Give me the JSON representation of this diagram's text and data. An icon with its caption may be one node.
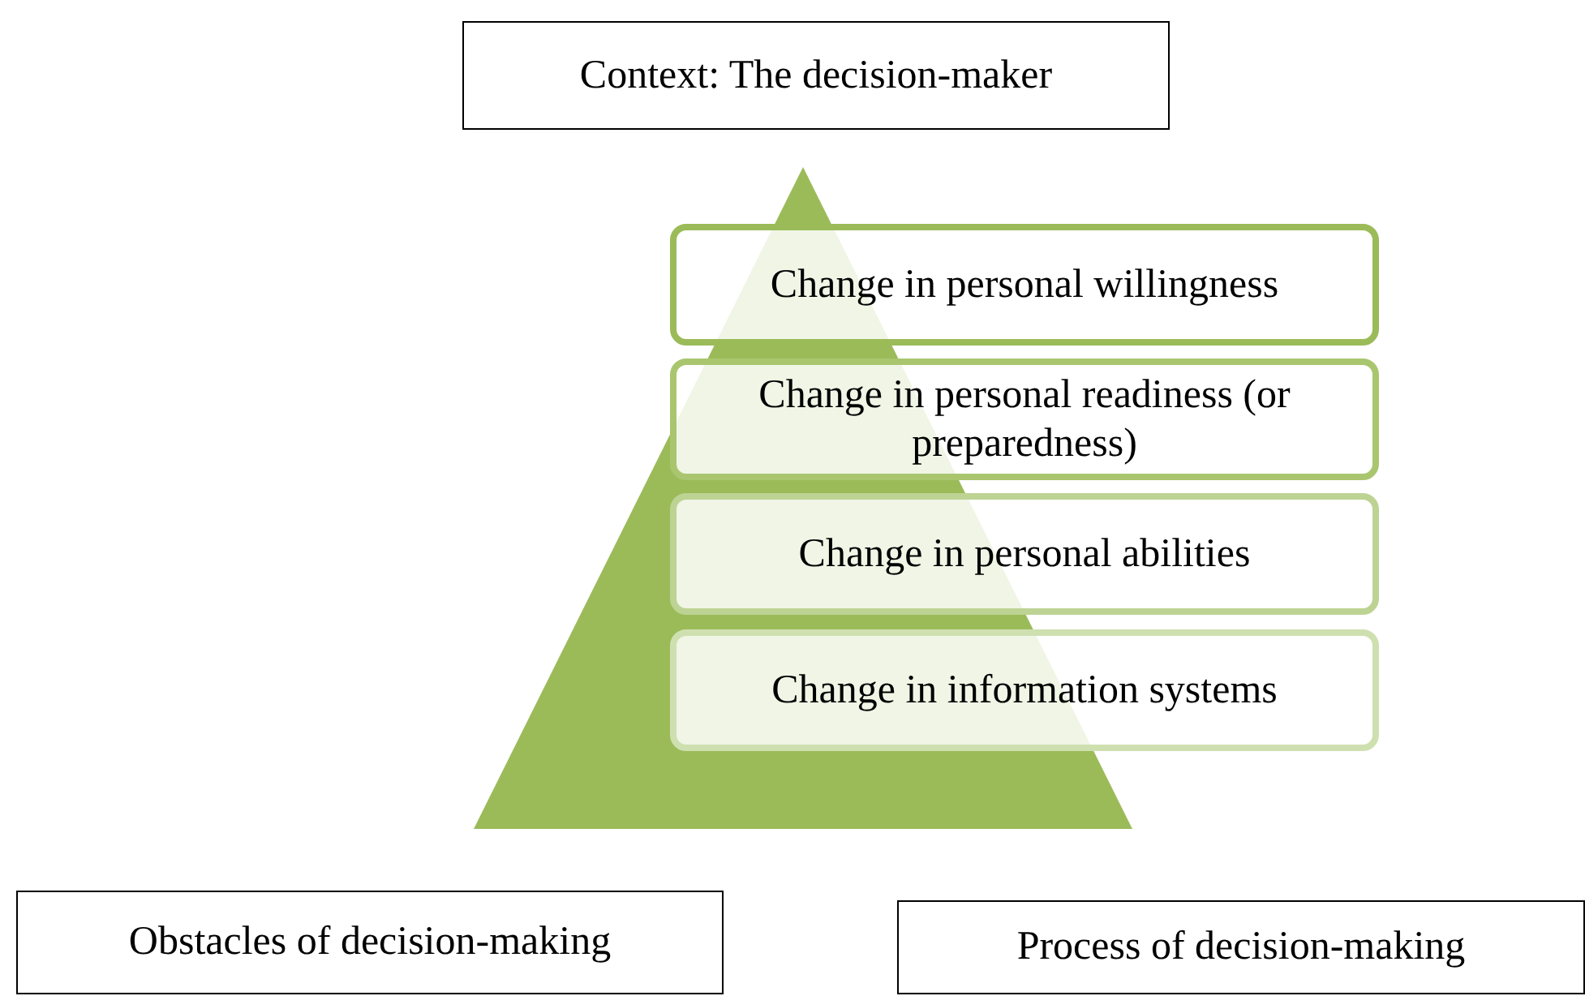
{
  "diagram": {
    "nodes": [
      {
        "text": [
          "Context: The decision-maker"
        ]
      },
      {
        "text": [],
        "shape": "triangle"
      },
      {
        "text": [
          "Change in personal willingness"
        ]
      },
      {
        "text": [
          "Change in personal readiness (or preparedness)"
        ]
      },
      {
        "text": [
          "Change in personal abilities"
        ]
      },
      {
        "text": [
          "Change in information systems"
        ]
      },
      {
        "text": [
          "Obstacles of decision-making"
        ]
      },
      {
        "text": [
          "Process of decision-making"
        ]
      }
    ]
  }
}
